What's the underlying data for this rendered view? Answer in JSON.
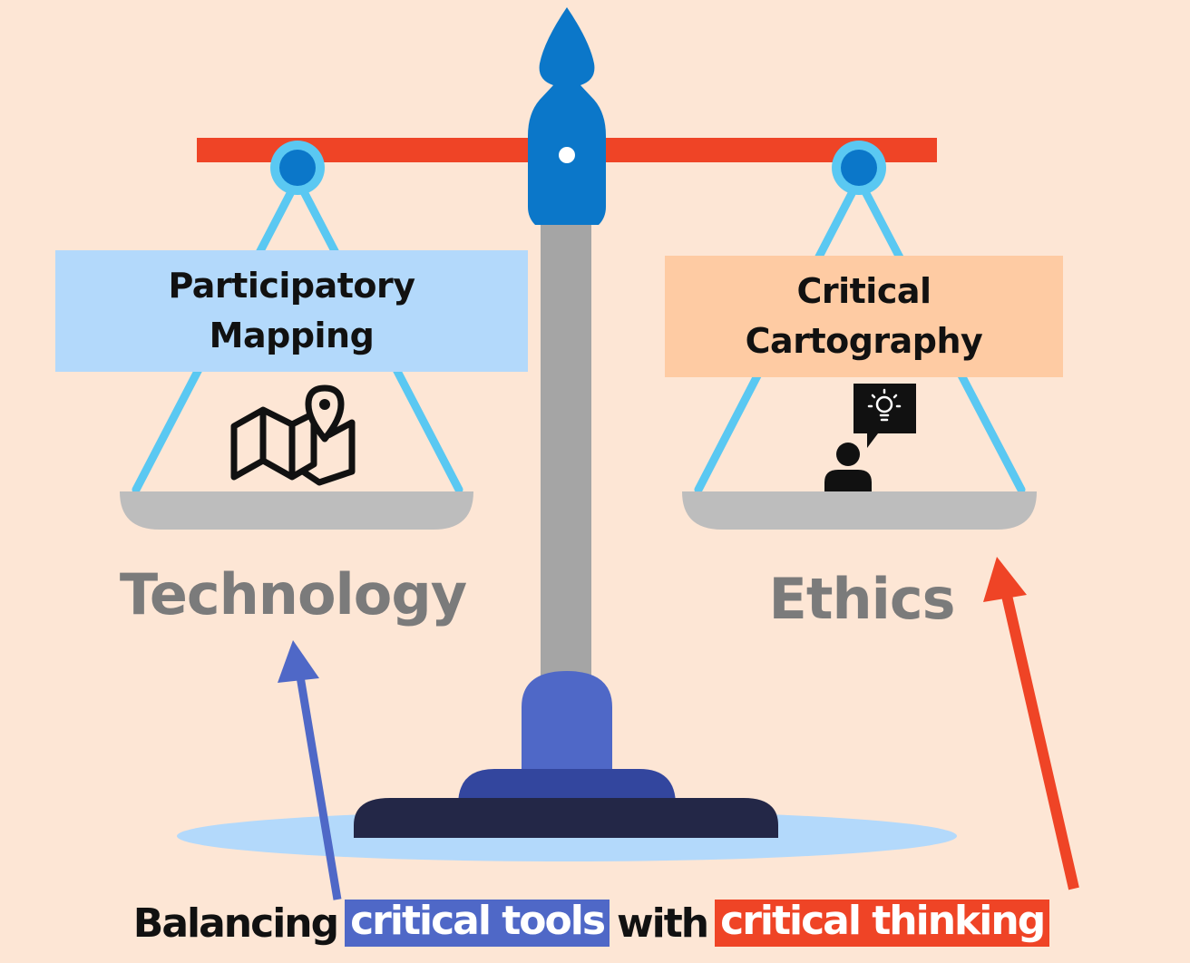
{
  "left_box": {
    "line1": "Participatory",
    "line2": "Mapping"
  },
  "right_box": {
    "line1": "Critical",
    "line2": "Cartography"
  },
  "left_pan_label": "Technology",
  "right_pan_label": "Ethics",
  "caption": {
    "lead": "Balancing",
    "highlight_1": "critical tools",
    "middle": "with",
    "highlight_2": "critical thinking"
  },
  "icons": {
    "left": "map-with-pin-icon",
    "right": "person-idea-speech-bubble-icon"
  },
  "colors": {
    "background": "#fde6d5",
    "beam": "#ef4426",
    "pivot": "#0b77c9",
    "hook": "#5ac8f2",
    "post": "#a5a5a5",
    "pan": "#bdbdbd",
    "base_blue": "#4f68c7",
    "base_dark": "#232747",
    "shadow": "#b3d9fb",
    "arrow_blue": "#4f68c7",
    "arrow_red": "#ef4426"
  }
}
